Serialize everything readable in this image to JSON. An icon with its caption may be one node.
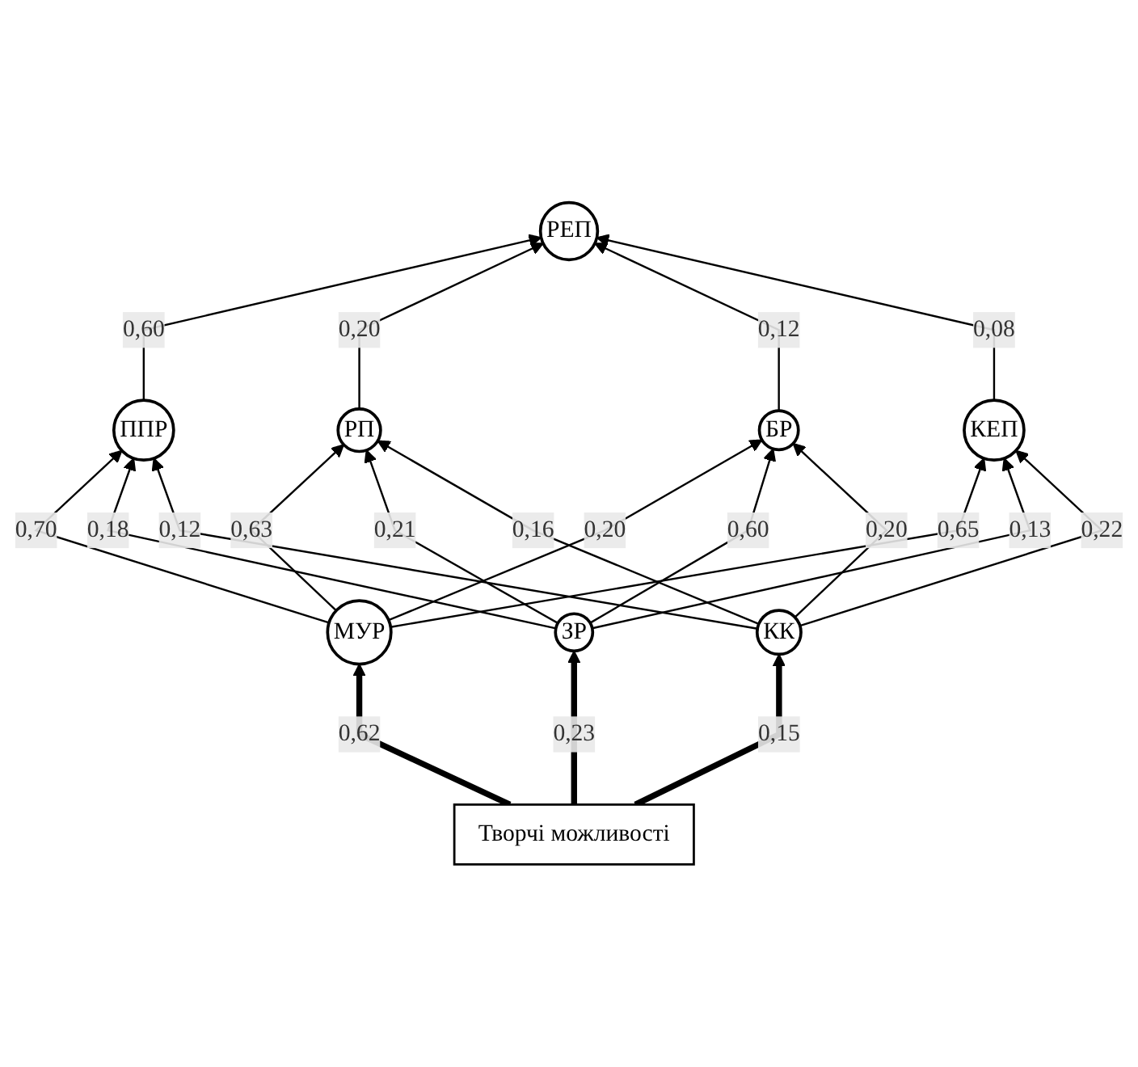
{
  "diagram": {
    "nodes": [
      {
        "text": [
          "РЕП"
        ]
      },
      {
        "text": [
          "ППР"
        ]
      },
      {
        "text": [
          "РП"
        ]
      },
      {
        "text": [
          "БР"
        ]
      },
      {
        "text": [
          "КЕП"
        ]
      },
      {
        "text": [
          "МУР"
        ]
      },
      {
        "text": [
          "ЗР"
        ]
      },
      {
        "text": [
          "КК"
        ]
      },
      {
        "text": [
          "Творчі можливості"
        ]
      }
    ],
    "edges": [
      {
        "from": 1,
        "to": 0,
        "arrow": "to",
        "label": "0,60"
      },
      {
        "from": 2,
        "to": 0,
        "arrow": "to",
        "label": "0,20"
      },
      {
        "from": 3,
        "to": 0,
        "arrow": "to",
        "label": "0,12"
      },
      {
        "from": 4,
        "to": 0,
        "arrow": "to",
        "label": "0,08"
      },
      {
        "from": 5,
        "to": 1,
        "arrow": "to",
        "label": "0,70"
      },
      {
        "from": 6,
        "to": 1,
        "arrow": "to",
        "label": "0,18"
      },
      {
        "from": 7,
        "to": 1,
        "arrow": "to",
        "label": "0,12"
      },
      {
        "from": 5,
        "to": 2,
        "arrow": "to",
        "label": "0,63"
      },
      {
        "from": 6,
        "to": 2,
        "arrow": "to",
        "label": "0,21"
      },
      {
        "from": 7,
        "to": 2,
        "arrow": "to",
        "label": "0,16"
      },
      {
        "from": 5,
        "to": 3,
        "arrow": "to",
        "label": "0,20"
      },
      {
        "from": 6,
        "to": 3,
        "arrow": "to",
        "label": "0,60"
      },
      {
        "from": 7,
        "to": 3,
        "arrow": "to",
        "label": "0,20"
      },
      {
        "from": 5,
        "to": 4,
        "arrow": "to",
        "label": "0,65"
      },
      {
        "from": 6,
        "to": 4,
        "arrow": "to",
        "label": "0,13"
      },
      {
        "from": 7,
        "to": 4,
        "arrow": "to",
        "label": "0,22"
      },
      {
        "from": 8,
        "to": 5,
        "arrow": "to",
        "label": "0,62",
        "style": "thick"
      },
      {
        "from": 8,
        "to": 6,
        "arrow": "to",
        "label": "0,23",
        "style": "thick"
      },
      {
        "from": 8,
        "to": 7,
        "arrow": "to",
        "label": "0,15",
        "style": "thick"
      }
    ]
  }
}
